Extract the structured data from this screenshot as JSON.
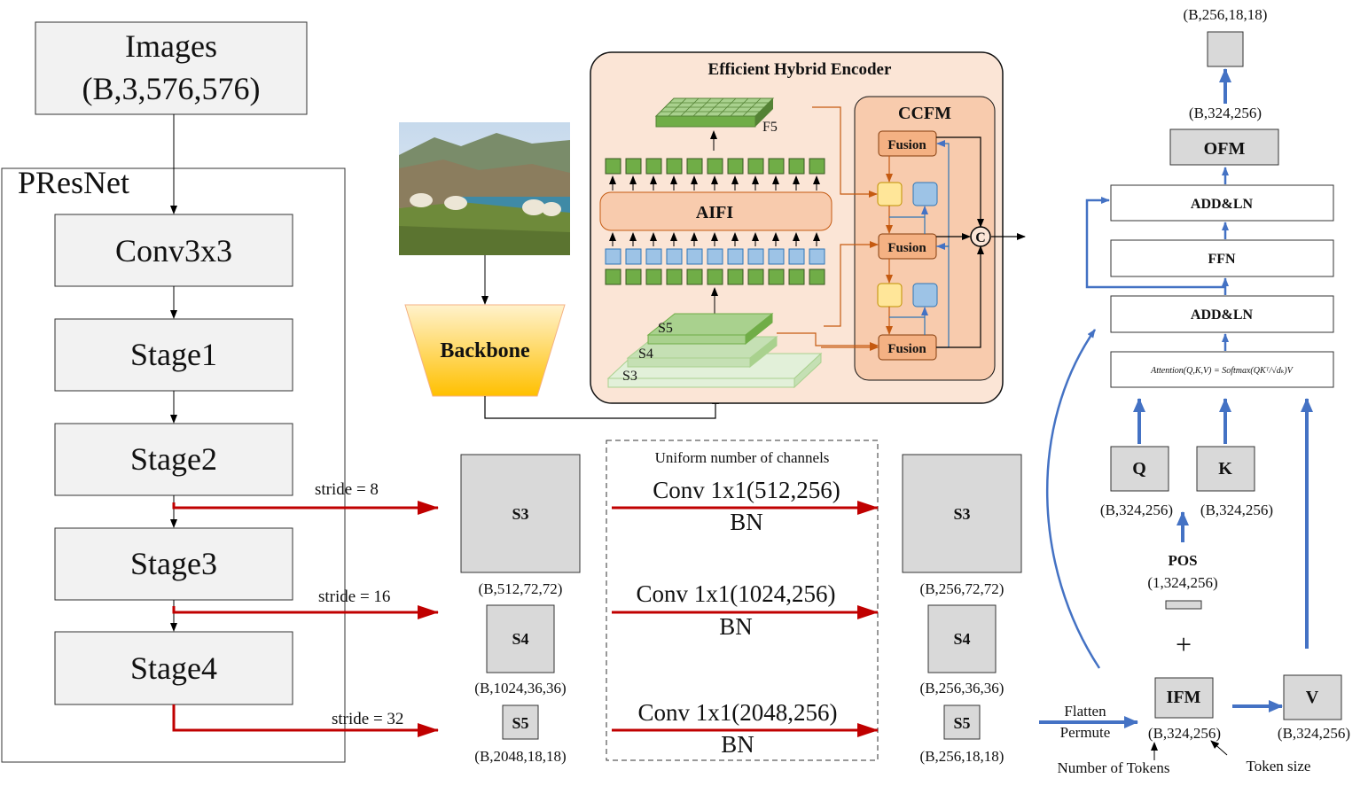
{
  "left": {
    "images_title": "Images",
    "images_shape": "(B,3,576,576)",
    "presnet_label": "PResNet",
    "stages": [
      "Conv3x3",
      "Stage1",
      "Stage2",
      "Stage3",
      "Stage4"
    ],
    "strides": [
      "stride = 8",
      "stride = 16",
      "stride = 32"
    ]
  },
  "encoder": {
    "backbone_label": "Backbone",
    "title": "Efficient Hybrid Encoder",
    "aifi_label": "AIFI",
    "ccfm_label": "CCFM",
    "fusion_label": "Fusion",
    "concat_symbol": "C",
    "f5_label": "F5",
    "s_labels": [
      "S5",
      "S4",
      "S3"
    ]
  },
  "projection": {
    "uniform_title": "Uniform number of channels",
    "in_features": [
      {
        "name": "S3",
        "shape": "(B,512,72,72)"
      },
      {
        "name": "S4",
        "shape": "(B,1024,36,36)"
      },
      {
        "name": "S5",
        "shape": "(B,2048,18,18)"
      }
    ],
    "convs": [
      {
        "conv": "Conv 1x1(512,256)",
        "bn": "BN"
      },
      {
        "conv": "Conv 1x1(1024,256)",
        "bn": "BN"
      },
      {
        "conv": "Conv 1x1(2048,256)",
        "bn": "BN"
      }
    ],
    "out_features": [
      {
        "name": "S3",
        "shape": "(B,256,72,72)"
      },
      {
        "name": "S4",
        "shape": "(B,256,36,36)"
      },
      {
        "name": "S5",
        "shape": "(B,256,18,18)"
      }
    ]
  },
  "transformer": {
    "output_shape": "(B,256,18,18)",
    "ofm_shape": "(B,324,256)",
    "ofm_label": "OFM",
    "add_ln_label": "ADD&LN",
    "ffn_label": "FFN",
    "attention_formula": "Attention(Q,K,V) = Softmax(QKᵀ/√dₖ)V",
    "q_label": "Q",
    "k_label": "K",
    "v_label": "V",
    "q_shape": "(B,324,256)",
    "k_shape": "(B,324,256)",
    "v_shape": "(B,324,256)",
    "pos_label": "POS",
    "pos_shape": "(1,324,256)",
    "plus_symbol": "+",
    "ifm_label": "IFM",
    "ifm_shape": "(B,324,256)",
    "flatten_label": "Flatten",
    "permute_label": "Permute",
    "num_tokens_label": "Number of Tokens",
    "token_size_label": "Token size"
  },
  "colors": {
    "red_arrow": "#c00000",
    "blue_arrow": "#4472c4",
    "encoder_bg": "#fbe5d6",
    "fusion_fill": "#f4b183",
    "green_cell": "#70ad47",
    "blue_cell": "#9dc3e6",
    "yellow_cell": "#ffe699",
    "backbone_fill": "#ffd966",
    "box_gray": "#d9d9d9"
  }
}
